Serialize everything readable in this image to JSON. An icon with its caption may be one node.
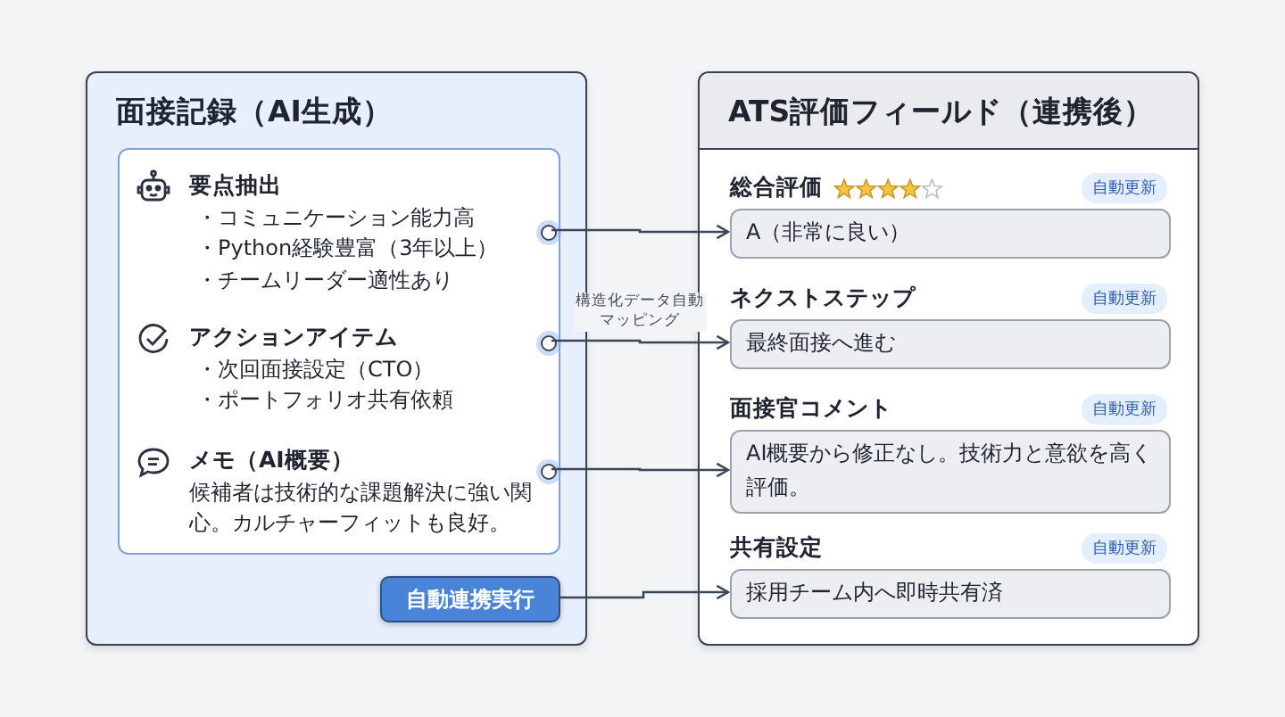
{
  "diagram": {
    "nodes": [
      {
        "text": [
          "面接記録（AI生成）"
        ]
      },
      {
        "text": [],
        "shape": "box",
        "in": 0
      },
      {
        "text": [
          "要点抽出",
          "・コミュニケーション能力高",
          "・Python経験豊富（3年以上）",
          "・チームリーダー適性あり"
        ],
        "in": 1
      },
      {
        "text": [
          "アクションアイテム",
          "・次回面接設定（CTO）",
          "・ポートフォリオ共有依頼"
        ],
        "in": 1
      },
      {
        "text": [
          "メモ（AI概要）",
          "候補者は技術的な課題解決に強い関心。カルチャーフィットも良好。"
        ],
        "in": 1
      },
      {
        "text": [
          "自動連携実行"
        ],
        "in": 0
      },
      {
        "text": [
          "ATS評価フィールド（連携後）"
        ]
      },
      {
        "text": [
          "A（非常に良い）"
        ],
        "in": 6,
        "beside": [
          "総合評価",
          "自動更新"
        ]
      },
      {
        "text": [
          "最終面接へ進む"
        ],
        "in": 6,
        "beside": [
          "ネクストステップ",
          "自動更新"
        ]
      },
      {
        "text": [
          "AI概要から修正なし。技術力と意欲を高く評価。"
        ],
        "in": 6,
        "beside": [
          "面接官コメント",
          "自動更新"
        ]
      },
      {
        "text": [
          "採用チーム内へ即時共有済"
        ],
        "in": 6,
        "beside": [
          "共有設定",
          "自動更新"
        ]
      }
    ],
    "edges": [
      {
        "from": 2,
        "to": 7,
        "arrow": "to"
      },
      {
        "from": 3,
        "to": 8,
        "arrow": "to",
        "label": "構造化データ自動マッピング"
      },
      {
        "from": 4,
        "to": 9,
        "arrow": "to"
      },
      {
        "from": 5,
        "to": 10,
        "arrow": "to"
      }
    ]
  }
}
